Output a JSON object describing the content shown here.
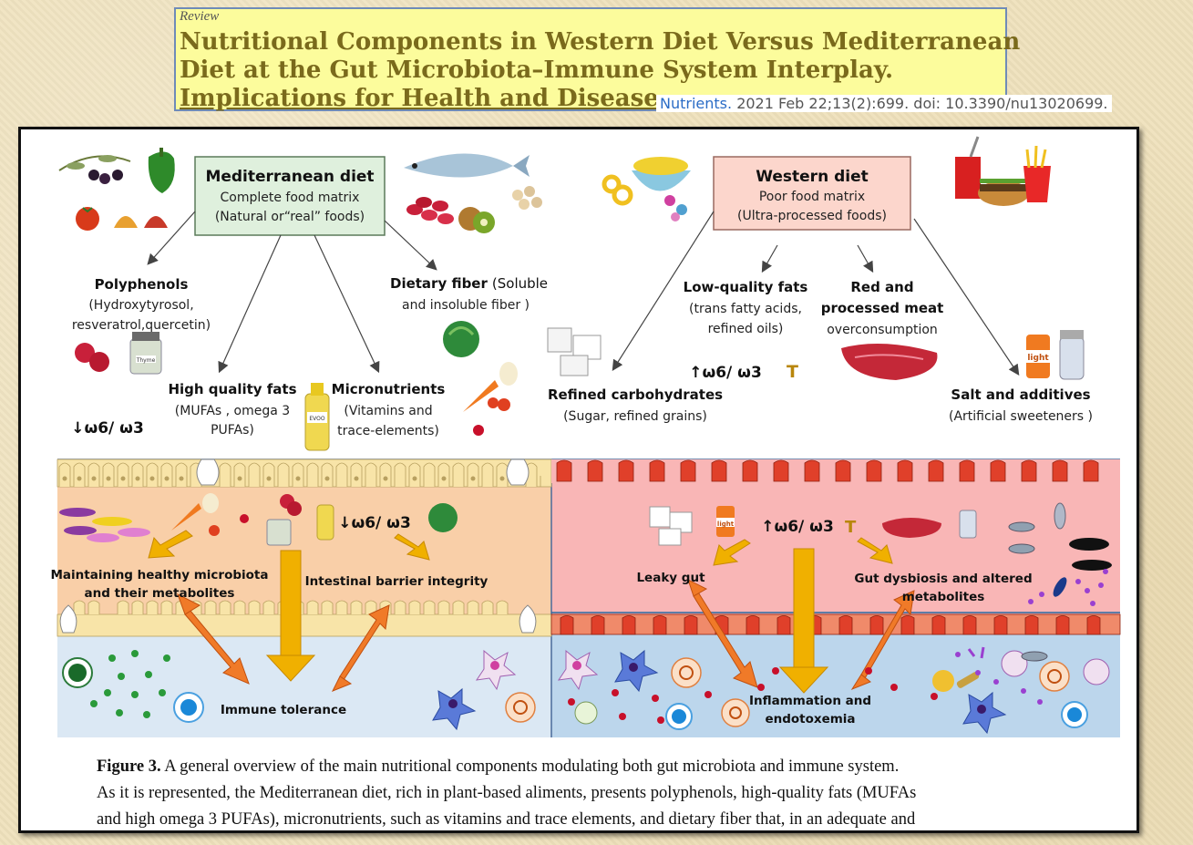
{
  "header": {
    "label": "Review",
    "title_lines": [
      "Nutritional Components in Western Diet Versus Mediterranean",
      "Diet at the Gut Microbiota–Immune System Interplay.",
      "Implications for Health and Disease"
    ],
    "journal": "Nutrients.",
    "citation": "2021 Feb 22;13(2):699. doi: 10.3390/nu13020699."
  },
  "figure": {
    "med": {
      "title": "Mediterranean diet",
      "line1": "Complete food matrix",
      "line2": "(Natural or“real” foods)",
      "box_fill": "#dff0dd",
      "polyphenols": [
        "Polyphenols",
        "(Hydroxytyrosol,",
        "resveratrol,quercetin)"
      ],
      "fats": [
        "High quality fats",
        "(MUFAs , omega 3",
        "PUFAs)"
      ],
      "micro": [
        "Micronutrients",
        "(Vitamins and",
        "trace-elements)"
      ],
      "fiber_bold": "Dietary fiber",
      "fiber_rest": "(Soluble",
      "fiber_line2": "and insoluble fiber )",
      "ratio": "↓ω6/ ω3",
      "ratio_gut": "↓ω6/ ω3"
    },
    "west": {
      "title": "Western diet",
      "line1": "Poor food matrix",
      "line2": "(Ultra-processed foods)",
      "box_fill": "#fcd6cc",
      "refined": [
        "Refined carbohydrates",
        "(Sugar, refined grains)"
      ],
      "fats": [
        "Low-quality fats",
        "(trans fatty acids,",
        "refined oils)"
      ],
      "meat": [
        "Red and",
        "processed meat",
        "overconsumption"
      ],
      "salt": [
        "Salt and additives",
        "(Artificial sweeteners )"
      ],
      "ratio": "↑ω6/ ω3",
      "ratio_gut": "↑ω6/ ω3",
      "t_mark": "T",
      "light_label": "light"
    },
    "gut": {
      "med_bg": "#f9cfa8",
      "west_bg": "#f9b6b6",
      "immune_bg": "#cfe3f2",
      "label_healthy": [
        "Maintaining healthy microbiota",
        "and their metabolites"
      ],
      "label_barrier": "Intestinal barrier integrity",
      "label_tolerance": "Immune tolerance",
      "label_leaky": "Leaky gut",
      "label_dysbiosis": [
        "Gut dysbiosis and altered",
        "metabolites"
      ],
      "label_inflammation": [
        "Inflammation  and",
        "endotoxemia"
      ],
      "evoo_label": "EVOO",
      "thyme_label": "Thyme"
    }
  },
  "caption": {
    "label": "Figure 3.",
    "line1": "A general overview of the main nutritional components modulating both gut microbiota and immune system.",
    "line2": "As it is represented, the Mediterranean diet, rich in plant-based aliments, presents polyphenols, high-quality fats (MUFAs",
    "line3": "and high omega 3 PUFAs), micronutrients, such as vitamins and trace elements, and dietary fiber that, in an adequate and"
  }
}
